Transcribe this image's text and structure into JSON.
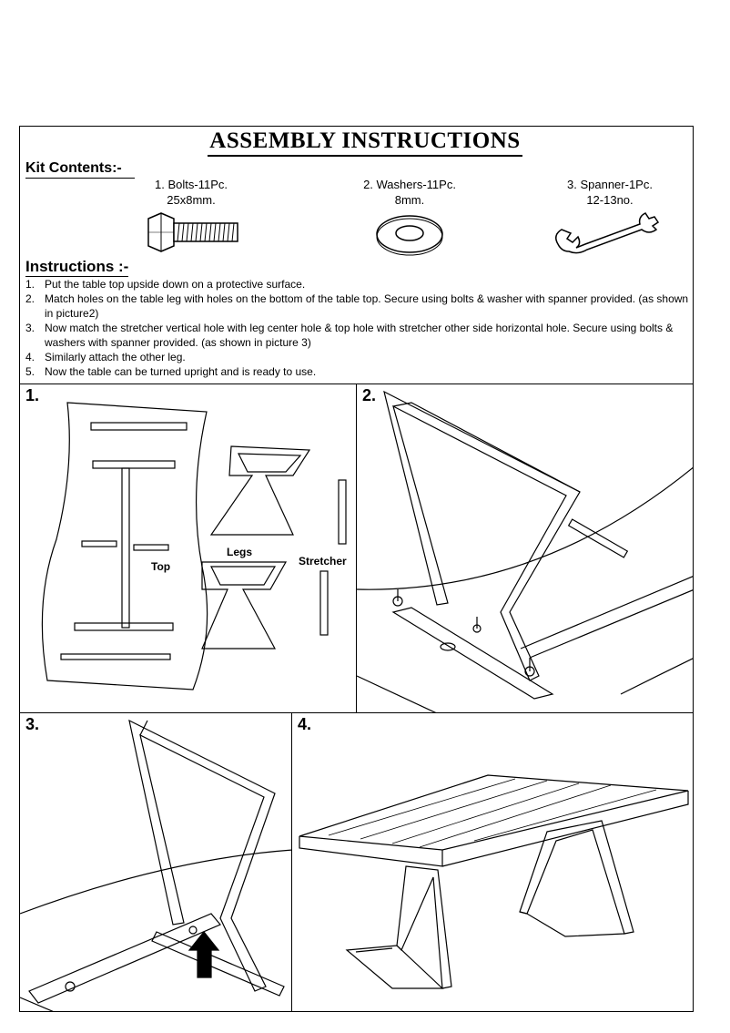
{
  "title": "ASSEMBLY INSTRUCTIONS",
  "kit": {
    "heading": "Kit Contents:-",
    "items": [
      {
        "name": "1. Bolts-11Pc.",
        "spec": "25x8mm.",
        "icon": "bolt-icon"
      },
      {
        "name": "2. Washers-11Pc.",
        "spec": "8mm.",
        "icon": "washer-icon"
      },
      {
        "name": "3. Spanner-1Pc.",
        "spec": "12-13no.",
        "icon": "spanner-icon"
      }
    ]
  },
  "instructions": {
    "heading": "Instructions :-",
    "steps": [
      {
        "num": "1.",
        "text": "Put the table top upside down on a protective surface."
      },
      {
        "num": "2.",
        "text": "Match holes on the table leg with holes on the bottom of the table top. Secure using bolts & washer with spanner provided. (as shown in picture2)"
      },
      {
        "num": "3.",
        "text": "Now match the stretcher vertical hole with leg center hole & top hole with stretcher other side horizontal hole. Secure using bolts & washers with spanner provided. (as shown in picture 3)"
      },
      {
        "num": "4.",
        "text": "Similarly attach the other leg."
      },
      {
        "num": "5.",
        "text": "Now the table can be turned upright and is ready to use."
      }
    ]
  },
  "panels": [
    {
      "num": "1.",
      "labels": {
        "top": "Top",
        "legs": "Legs",
        "stretcher": "Stretcher"
      }
    },
    {
      "num": "2."
    },
    {
      "num": "3."
    },
    {
      "num": "4."
    }
  ]
}
